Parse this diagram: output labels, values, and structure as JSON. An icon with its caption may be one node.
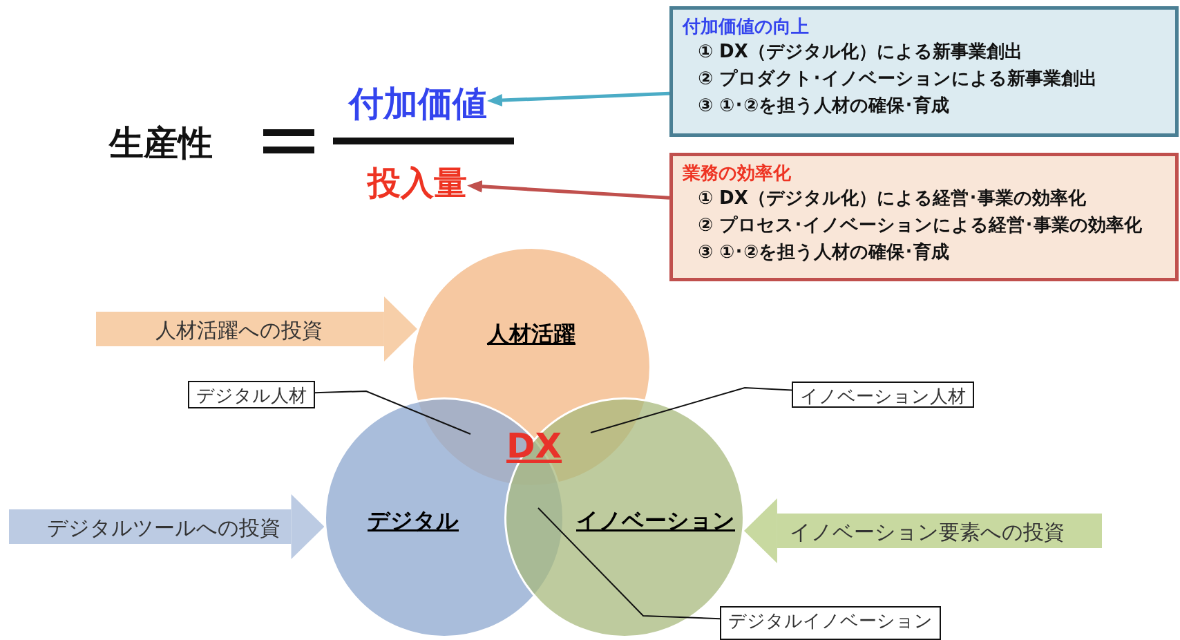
{
  "diagram": {
    "nodes": [
      {
        "text": [
          "付加価値"
        ]
      },
      {
        "text": [
          "投入量"
        ]
      },
      {
        "text": [
          "付加価値の向上",
          "① DX（デジタル化）による新事業創出",
          "② プロダクト･イノベーションによる新事業創出",
          "③ ①･②を担う人材の確保･育成"
        ]
      },
      {
        "text": [
          "業務の効率化",
          "① DX（デジタル化）による経営･事業の効率化",
          "② プロセス･イノベーションによる経営･事業の効率化",
          "③ ①･②を担う人材の確保･育成"
        ]
      },
      {
        "text": [
          "人材活躍"
        ]
      },
      {
        "text": [
          "デジタル"
        ]
      },
      {
        "text": [
          "イノベーション"
        ]
      },
      {
        "text": [
          "デジタル人材"
        ]
      },
      {
        "text": [
          "イノベーション人材"
        ]
      },
      {
        "text": [
          "デジタルイノベーション"
        ]
      }
    ],
    "edges": [
      {
        "from": 2,
        "to": 0,
        "arrow": "to",
        "color": "#4bacc6"
      },
      {
        "from": 3,
        "to": 1,
        "arrow": "to",
        "color": "#c0504d"
      },
      {
        "from": null,
        "to": 4,
        "arrow": "to",
        "label": "人材活躍への投資",
        "style": "thick",
        "color": "#f7cfa9"
      },
      {
        "from": null,
        "to": 5,
        "arrow": "to",
        "label": "デジタルツールへの投資",
        "style": "thick",
        "color": "#bccbe3"
      },
      {
        "from": null,
        "to": 6,
        "arrow": "to",
        "label": "イノベーション要素への投資",
        "style": "thick",
        "color": "#c8d9a0"
      },
      {
        "from": 7,
        "to": 4,
        "arrow": "none"
      },
      {
        "from": 8,
        "to": 4,
        "arrow": "none"
      },
      {
        "from": 9,
        "to": 5,
        "arrow": "none"
      }
    ],
    "labels": [
      "生産性",
      "DX"
    ]
  }
}
